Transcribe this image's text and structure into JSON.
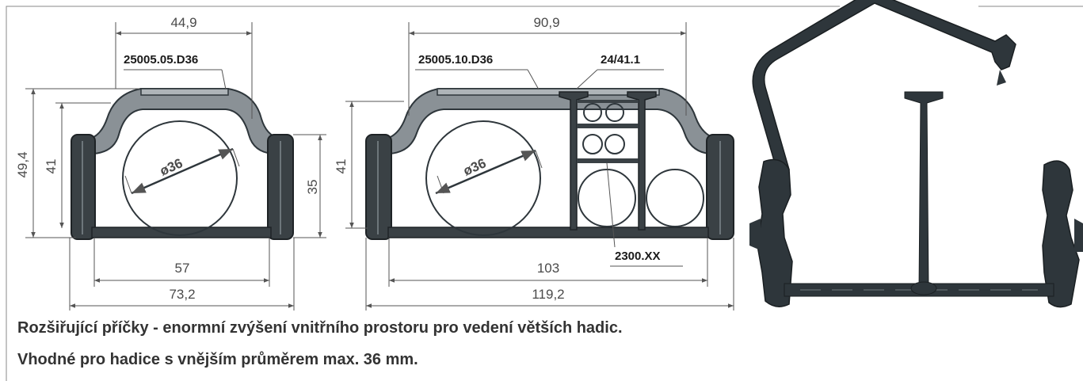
{
  "dimensions": {
    "small": {
      "top_width": "44,9",
      "outer_height": "49,4",
      "inner_height": "41",
      "side_height": "35",
      "inner_width": "57",
      "outer_width": "73,2",
      "diameter": "ø36"
    },
    "large": {
      "top_width": "90,9",
      "inner_height": "41",
      "inner_width": "103",
      "outer_width": "119,2",
      "diameter": "ø36"
    }
  },
  "part_numbers": {
    "small_crossbar": "25005.05.D36",
    "large_crossbar": "25005.10.D36",
    "separator": "24/41.1",
    "divider": "2300.XX"
  },
  "caption": {
    "line1": "Rozšiřující příčky - enormní zvýšení vnitřního prostoru pro vedení větších hadic.",
    "line2": "Vhodné pro hadice s vnějším průměrem max. 36 mm."
  },
  "colors": {
    "body_dark": "#3a4145",
    "body_grey": "#8a9196",
    "line": "#555555",
    "photo": "#2e363b"
  }
}
